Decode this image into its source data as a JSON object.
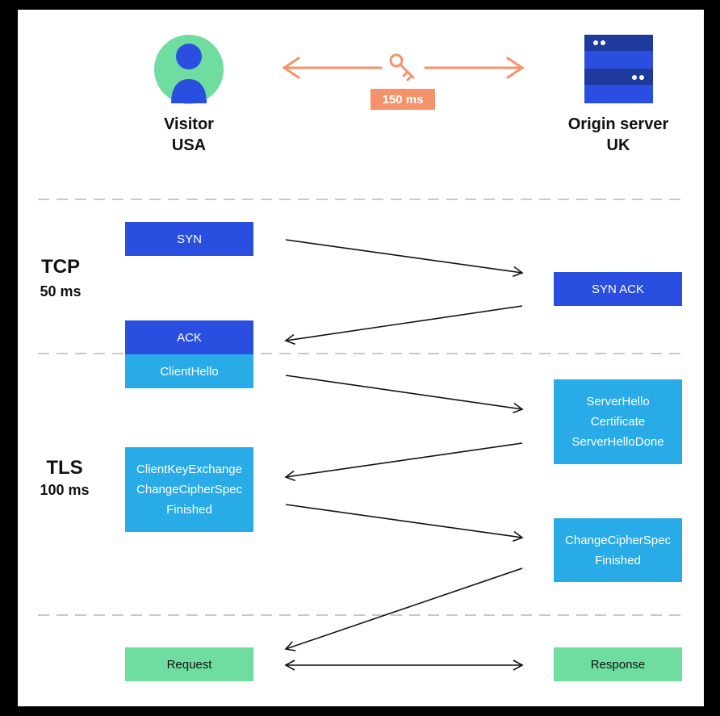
{
  "visitor": {
    "name": "Visitor",
    "location": "USA"
  },
  "server": {
    "name": "Origin server",
    "location": "UK"
  },
  "latency": {
    "label": "150 ms"
  },
  "phases": {
    "tcp": {
      "name": "TCP",
      "duration": "50 ms"
    },
    "tls": {
      "name": "TLS",
      "duration": "100 ms"
    }
  },
  "messages": {
    "syn": "SYN",
    "syn_ack": "SYN ACK",
    "ack": "ACK",
    "client_hello": "ClientHello",
    "server_hello": [
      "ServerHello",
      "Certificate",
      "ServerHelloDone"
    ],
    "client_key_exchange": [
      "ClientKeyExchange",
      "ChangeCipherSpec",
      "Finished"
    ],
    "server_change_cipher": [
      "ChangeCipherSpec",
      "Finished"
    ],
    "request": "Request",
    "response": "Response"
  },
  "colors": {
    "dark_blue": "#2a4fe0",
    "light_blue": "#28abe7",
    "green": "#6fdca0",
    "orange": "#f4936b"
  }
}
